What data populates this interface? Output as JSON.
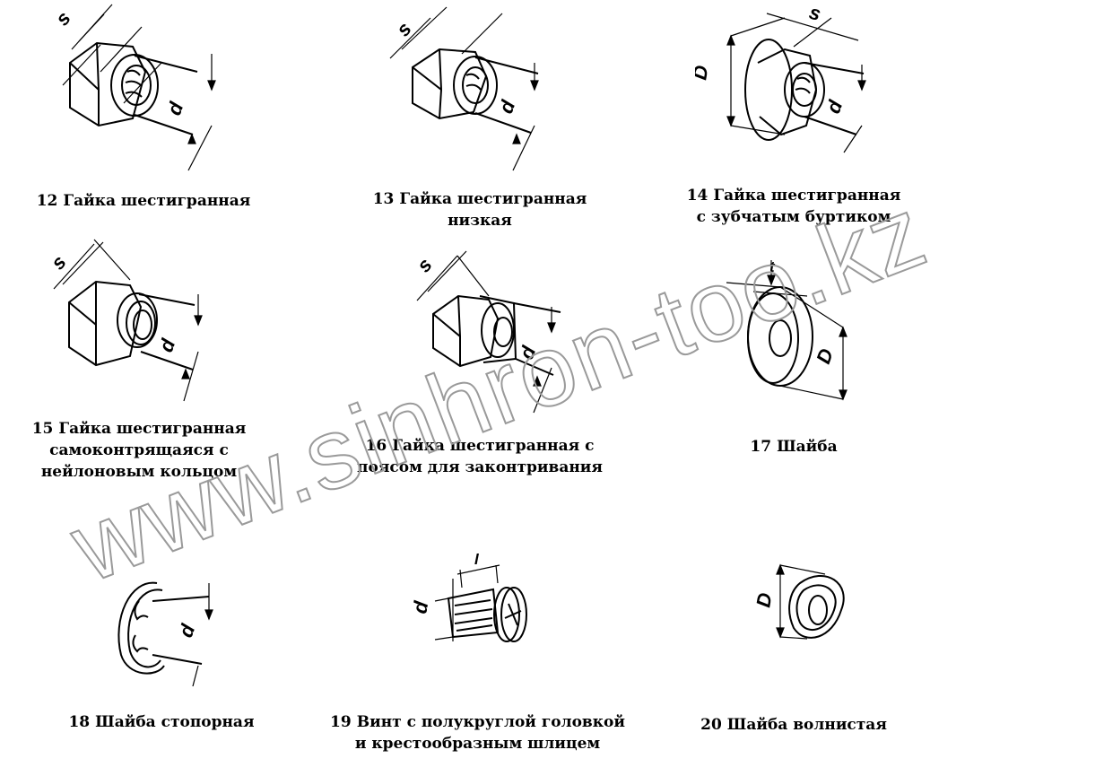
{
  "items": [
    {
      "num": "12",
      "lines": [
        "Гайка шестигранная"
      ],
      "dims": [
        "s",
        "d"
      ]
    },
    {
      "num": "13",
      "lines": [
        "Гайка шестигранная",
        "низкая"
      ],
      "dims": [
        "s",
        "d"
      ]
    },
    {
      "num": "14",
      "lines": [
        "Гайка шестигранная",
        "с зубчатым буртиком"
      ],
      "dims": [
        "s",
        "D",
        "d"
      ]
    },
    {
      "num": "15",
      "lines": [
        "Гайка шестигранная",
        "самоконтрящаяся с",
        "нейлоновым кольцом"
      ],
      "dims": [
        "s",
        "d"
      ]
    },
    {
      "num": "16",
      "lines": [
        "Гайка шестигранная с",
        "поясом для законтривания"
      ],
      "dims": [
        "s",
        "d"
      ]
    },
    {
      "num": "17",
      "lines": [
        "Шайба"
      ],
      "dims": [
        "t",
        "D"
      ]
    },
    {
      "num": "18",
      "lines": [
        "Шайба стопорная"
      ],
      "dims": [
        "d"
      ]
    },
    {
      "num": "19",
      "lines": [
        "Винт с полукруглой головкой",
        "и крестообразным шлицем"
      ],
      "dims": [
        "l",
        "d"
      ]
    },
    {
      "num": "20",
      "lines": [
        "Шайба волнистая"
      ],
      "dims": [
        "D"
      ]
    }
  ],
  "watermark": "www.sinhron-too.kz"
}
